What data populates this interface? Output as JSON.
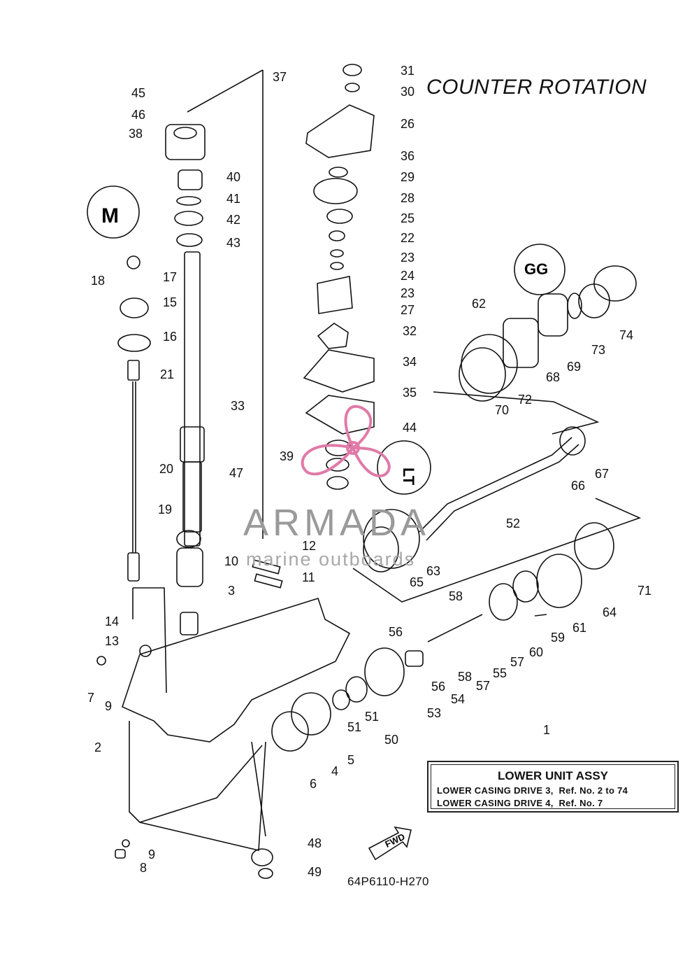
{
  "title": "COUNTER ROTATION",
  "diagram_code": "64P6110-H270",
  "info_box": {
    "ref_number": "1",
    "heading": "LOWER UNIT ASSY",
    "line1": "LOWER CASING DRIVE 3,  Ref. No. 2 to 74",
    "line2": "LOWER CASING DRIVE 4,  Ref. No. 7"
  },
  "watermark": {
    "brand": "ARMADA",
    "tagline": "marine outboards",
    "accent_color": "#e07aa8"
  },
  "fwd_label": "FWD",
  "callout_marks": [
    "M",
    "GG",
    "LT"
  ],
  "part_numbers": [
    "1",
    "2",
    "3",
    "4",
    "5",
    "6",
    "7",
    "8",
    "9",
    "10",
    "11",
    "12",
    "13",
    "14",
    "15",
    "16",
    "17",
    "18",
    "19",
    "20",
    "21",
    "22",
    "23",
    "24",
    "25",
    "26",
    "27",
    "28",
    "29",
    "30",
    "31",
    "32",
    "33",
    "34",
    "35",
    "36",
    "37",
    "38",
    "39",
    "40",
    "41",
    "42",
    "43",
    "44",
    "45",
    "46",
    "47",
    "48",
    "49",
    "50",
    "51",
    "52",
    "53",
    "54",
    "55",
    "56",
    "57",
    "58",
    "59",
    "60",
    "61",
    "62",
    "63",
    "64",
    "65",
    "66",
    "67",
    "68",
    "69",
    "70",
    "71",
    "72",
    "73",
    "74"
  ],
  "labels": {
    "p31": "31",
    "p30": "30",
    "p26": "26",
    "p36": "36",
    "p29": "29",
    "p28": "28",
    "p25": "25",
    "p22": "22",
    "p23a": "23",
    "p24": "24",
    "p23b": "23",
    "p27": "27",
    "p32": "32",
    "p34": "34",
    "p35": "35",
    "p44": "44",
    "p39": "39",
    "p37": "37",
    "p45": "45",
    "p46": "46",
    "p38": "38",
    "p40": "40",
    "p41": "41",
    "p42": "42",
    "p43": "43",
    "p17": "17",
    "p18": "18",
    "p15": "15",
    "p16": "16",
    "p21": "21",
    "p33": "33",
    "p20": "20",
    "p47": "47",
    "p19": "19",
    "p12": "12",
    "p10": "10",
    "p11": "11",
    "p3": "3",
    "p14": "14",
    "p13": "13",
    "p7": "7",
    "p9a": "9",
    "p2": "2",
    "p9b": "9",
    "p8": "8",
    "p48": "48",
    "p49": "49",
    "p6": "6",
    "p4": "4",
    "p5": "5",
    "p51a": "51",
    "p51b": "51",
    "p50": "50",
    "p53": "53",
    "p54": "54",
    "p56a": "56",
    "p56b": "56",
    "p58a": "58",
    "p58b": "58",
    "p57a": "57",
    "p57b": "57",
    "p55": "55",
    "p60": "60",
    "p59": "59",
    "p61": "61",
    "p64": "64",
    "p71": "71",
    "p65": "65",
    "p63": "63",
    "p52": "52",
    "p66": "66",
    "p67": "67",
    "p62": "62",
    "p70": "70",
    "p72": "72",
    "p68": "68",
    "p69": "69",
    "p73": "73",
    "p74": "74"
  }
}
